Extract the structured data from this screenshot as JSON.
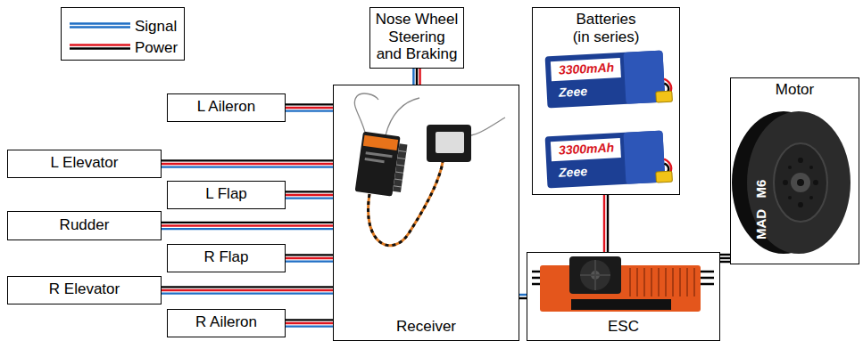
{
  "diagram": {
    "nodes": [
      {
        "text": [
          "Nose Wheel Steering and Braking"
        ]
      },
      {
        "text": [
          "Batteries (in series)"
        ]
      },
      {
        "text": [
          "Motor"
        ]
      },
      {
        "text": [
          "L Aileron"
        ]
      },
      {
        "text": [
          "L Elevator"
        ]
      },
      {
        "text": [
          "L Flap"
        ]
      },
      {
        "text": [
          "Rudder"
        ]
      },
      {
        "text": [
          "R Flap"
        ]
      },
      {
        "text": [
          "R Elevator"
        ]
      },
      {
        "text": [
          "R Aileron"
        ]
      },
      {
        "text": [
          "Receiver"
        ]
      },
      {
        "text": [
          "ESC"
        ]
      }
    ],
    "edges": [
      {
        "from": 3,
        "to": 10,
        "arrow": "none"
      },
      {
        "from": 4,
        "to": 10,
        "arrow": "none"
      },
      {
        "from": 5,
        "to": 10,
        "arrow": "none"
      },
      {
        "from": 6,
        "to": 10,
        "arrow": "none"
      },
      {
        "from": 7,
        "to": 10,
        "arrow": "none"
      },
      {
        "from": 8,
        "to": 10,
        "arrow": "none"
      },
      {
        "from": 9,
        "to": 10,
        "arrow": "none"
      },
      {
        "from": 0,
        "to": 10,
        "arrow": "none"
      },
      {
        "from": 1,
        "to": 11,
        "arrow": "none"
      },
      {
        "from": 10,
        "to": 11,
        "arrow": "none"
      },
      {
        "from": 11,
        "to": 2,
        "arrow": "none"
      }
    ],
    "labels": [
      "3300mAh",
      "Zeee",
      "3300mAh",
      "Zeee",
      "MAD",
      "M6"
    ],
    "legend": [
      {
        "text": "Signal"
      },
      {
        "text": "Power"
      }
    ]
  }
}
